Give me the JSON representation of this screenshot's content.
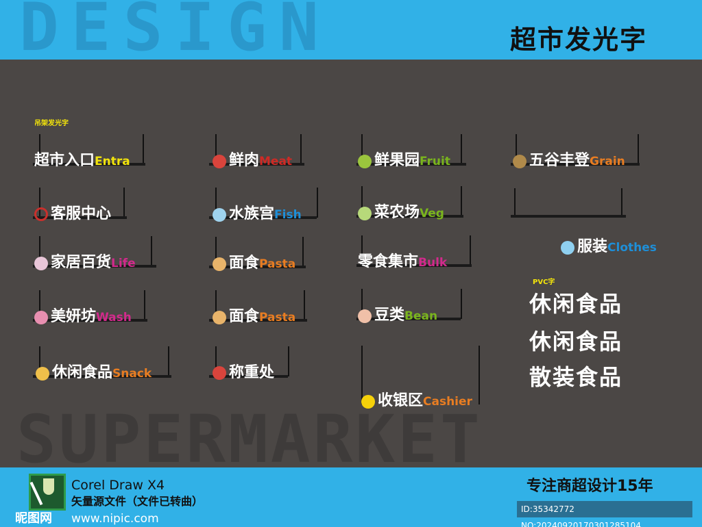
{
  "header": {
    "watermark": "DESIGN",
    "title": "超市发光字"
  },
  "section_hanging": "吊架发光字",
  "section_pvc": "PVC字",
  "signs": [
    {
      "cn": "超市入口",
      "en": "Entra",
      "color": "#f2e40c",
      "icon": ""
    },
    {
      "cn": "客服中心",
      "en": "",
      "color": "",
      "icon": "question-icon"
    },
    {
      "cn": "家居百货",
      "en": "Life",
      "color": "#d22a8c",
      "icon": "bucket-icon"
    },
    {
      "cn": "美妍坊",
      "en": "Wash",
      "color": "#d22a8c",
      "icon": "cosmetics-icon"
    },
    {
      "cn": "休闲食品",
      "en": "Snack",
      "color": "#e87d22",
      "icon": "popcorn-icon"
    },
    {
      "cn": "鲜肉",
      "en": "Meat",
      "color": "#cf2a25",
      "icon": "meat-icon"
    },
    {
      "cn": "水族宫",
      "en": "Fish",
      "color": "#1e8fd8",
      "icon": "shark-icon"
    },
    {
      "cn": "面食",
      "en": "Pasta",
      "color": "#e87d22",
      "icon": "bun-icon"
    },
    {
      "cn": "面食",
      "en": "Pasta",
      "color": "#e87d22",
      "icon": "bun-icon"
    },
    {
      "cn": "称重处",
      "en": "",
      "color": "",
      "icon": "scale-icon"
    },
    {
      "cn": "鲜果园",
      "en": "Fruit",
      "color": "#7ab51d",
      "icon": "fruit-icon"
    },
    {
      "cn": "菜农场",
      "en": "Veg",
      "color": "#7ab51d",
      "icon": "cabbage-icon"
    },
    {
      "cn": "零食集市",
      "en": "Bulk",
      "color": "#d22a8c",
      "icon": ""
    },
    {
      "cn": "豆类",
      "en": "Bean",
      "color": "#7ab51d",
      "icon": "bean-icon"
    },
    {
      "cn": "收银区",
      "en": "Cashier",
      "color": "#e87d22",
      "icon": "yuan-icon"
    },
    {
      "cn": "五谷丰登",
      "en": "Grain",
      "color": "#e87d22",
      "icon": "grain-icon"
    },
    {
      "cn": "服装",
      "en": "Clothes",
      "color": "#1e8fd8",
      "icon": "shirt-icon"
    }
  ],
  "pvc_items": [
    "休闲食品",
    "休闲食品",
    "散装食品"
  ],
  "bottom_watermark": "SUPERMARKET",
  "footer": {
    "software": "Corel Draw X4",
    "note": "矢量源文件（文件已转曲）",
    "site_name": "昵图网",
    "site_url": "www.nipic.com",
    "slogan": "专注商超设计15年",
    "id_text": "ID:35342772 NO:20240920170301285104"
  }
}
